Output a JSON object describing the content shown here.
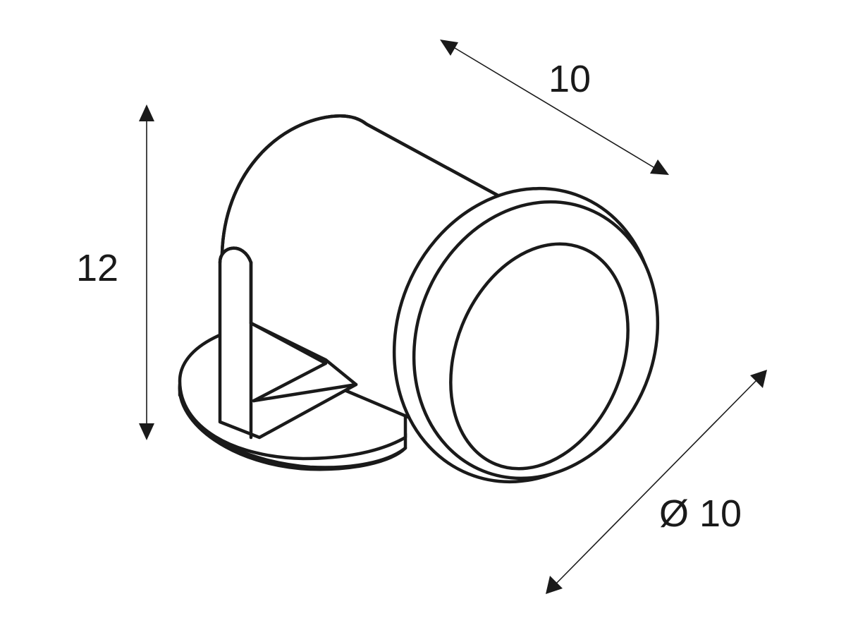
{
  "dimensions": {
    "height_label": "12",
    "depth_label": "10",
    "diameter_label": "Ø 10"
  },
  "colors": {
    "line": "#1a1a1a",
    "background": "#ffffff"
  }
}
